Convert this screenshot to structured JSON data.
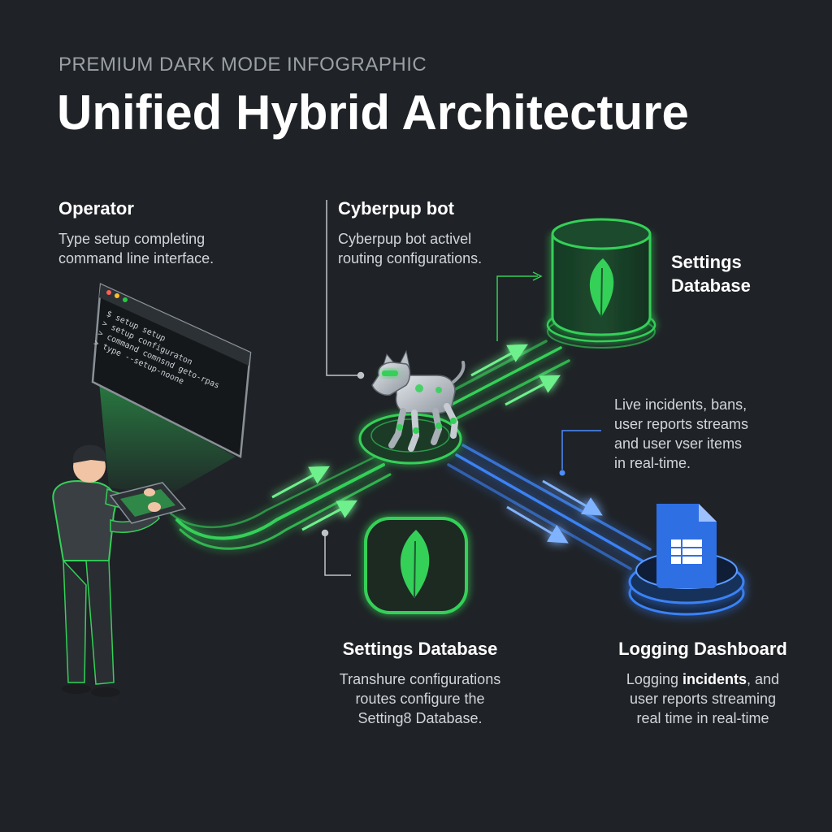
{
  "header": {
    "eyebrow": "PREMIUM DARK MODE INFOGRAPHIC",
    "title": "Unified Hybrid Architecture"
  },
  "operator": {
    "heading": "Operator",
    "lines": [
      "Type setup completing",
      "command line interface."
    ]
  },
  "bot": {
    "heading": "Cyberpup bot",
    "lines": [
      "Cyberpup bot activel",
      "routing configurations."
    ]
  },
  "settings_top": {
    "lines": [
      "Settings",
      "Database"
    ]
  },
  "live": {
    "lines": [
      "Live incidents, bans,",
      "user reports streams",
      "and user vser items",
      "in real-time."
    ]
  },
  "settings_bottom": {
    "heading": "Settings Database",
    "lines": [
      "Transhure configurations",
      "routes configure the",
      "Setting8 Database."
    ]
  },
  "logging": {
    "heading": "Logging Dashboard",
    "line1_pre": "Logging ",
    "line1_bold": "incidents",
    "line1_post": ", and",
    "line2": "user reports streaming",
    "line3": "real time in real-time"
  },
  "terminal": {
    "lines": [
      "$ setup setup",
      "> setup configuraton",
      "> command comnsnd geto-rpas",
      "> type --setup-noone"
    ]
  },
  "colors": {
    "background": "#1f2226",
    "green": "#34d058",
    "blue": "#3b82f6"
  },
  "icons": [
    "leaf-icon",
    "sheets-icon",
    "robot-dog-icon",
    "terminal-icon",
    "operator-person-icon"
  ]
}
